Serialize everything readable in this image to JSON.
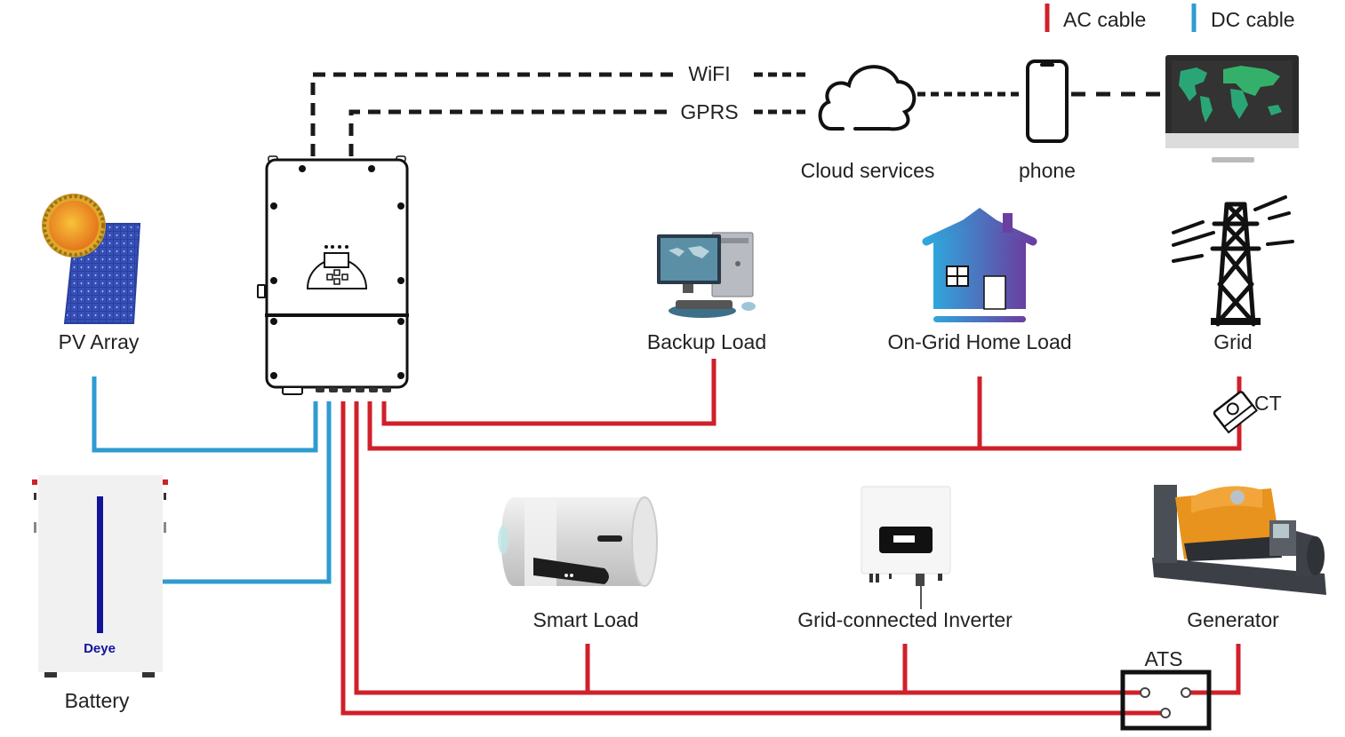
{
  "legend": {
    "ac_label": "AC cable",
    "dc_label": "DC cable",
    "ac_color": "#d0202a",
    "dc_color": "#2f9bd1"
  },
  "comms": {
    "wifi_label": "WiFI",
    "gprs_label": "GPRS"
  },
  "nodes": {
    "pv": {
      "label": "PV Array",
      "icon": "solar-panel-icon"
    },
    "battery": {
      "label": "Battery",
      "brand": "Deye",
      "icon": "battery-icon"
    },
    "inverter": {
      "icon": "hybrid-inverter-icon"
    },
    "cloud": {
      "label": "Cloud services",
      "icon": "cloud-icon"
    },
    "phone": {
      "label": "phone",
      "icon": "phone-icon"
    },
    "monitor": {
      "icon": "monitor-icon"
    },
    "backup_load": {
      "label": "Backup Load",
      "icon": "desktop-computer-icon"
    },
    "home_load": {
      "label": "On-Grid Home Load",
      "icon": "house-icon"
    },
    "grid": {
      "label": "Grid",
      "icon": "power-tower-icon"
    },
    "ct": {
      "label": "CT",
      "icon": "current-transformer-icon"
    },
    "smart_load": {
      "label": "Smart Load",
      "icon": "water-heater-icon"
    },
    "grid_inverter": {
      "label": "Grid-connected Inverter",
      "icon": "string-inverter-icon"
    },
    "generator": {
      "label": "Generator",
      "icon": "generator-icon"
    },
    "ats": {
      "label": "ATS",
      "icon": "transfer-switch-icon"
    }
  },
  "colors": {
    "ac": "#d0202a",
    "dc": "#2f9bd1",
    "line_dark": "#1a1a1a",
    "house_start": "#2fa6dc",
    "house_end": "#6a3fa0",
    "panel_blue": "#2b3f9c",
    "sun_orange": "#f08a1c",
    "battery_stripe": "#12139a",
    "generator_orange": "#e8931d"
  }
}
